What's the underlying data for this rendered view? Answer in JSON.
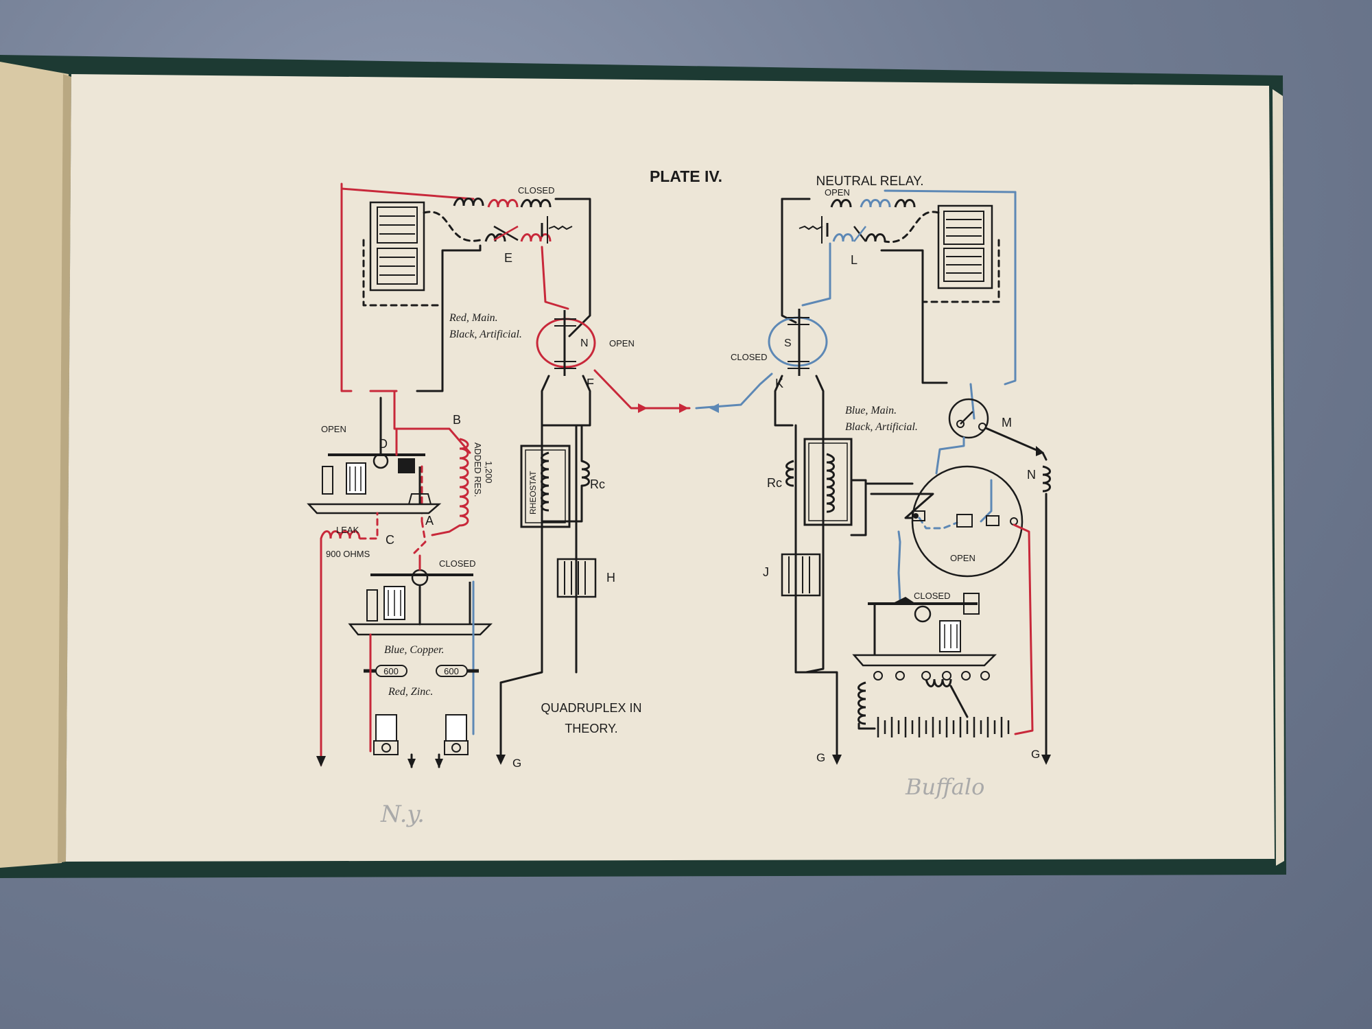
{
  "plate": {
    "title": "PLATE IV.",
    "subtitle": "NEUTRAL RELAY.",
    "caption_line1": "QUADRUPLEX IN",
    "caption_line2": "THEORY."
  },
  "left_station": {
    "legend_line1": "Red, Main.",
    "legend_line2": "Black, Artificial.",
    "closed_top": "CLOSED",
    "open_relay": "OPEN",
    "label_E": "E",
    "label_N": "N",
    "label_F": "F",
    "label_B": "B",
    "label_D": "D",
    "label_A": "A",
    "label_C": "C",
    "label_H": "H",
    "label_Rc": "Rc",
    "rheostat": "RHEOSTAT",
    "open_key": "OPEN",
    "added_res_1": "ADDED RES.",
    "added_res_2": "1,200",
    "leak": "LEAK",
    "leak_ohms": "900 OHMS",
    "closed_key": "CLOSED",
    "copper": "Blue, Copper.",
    "zinc": "Red, Zinc.",
    "res1": "600",
    "res2": "600",
    "label_G": "G"
  },
  "right_station": {
    "legend_line1": "Blue, Main.",
    "legend_line2": "Black, Artificial.",
    "open_top": "OPEN",
    "closed_relay": "CLOSED",
    "label_L": "L",
    "label_S": "S",
    "label_K": "K",
    "label_M": "M",
    "label_N": "N",
    "label_J": "J",
    "label_Rc": "Rc",
    "open_switch": "OPEN",
    "closed_key": "CLOSED",
    "label_G1": "G",
    "label_G2": "G"
  },
  "handwriting": {
    "left": "N.y.",
    "right": "Buffalo"
  },
  "colors": {
    "main_left": "#c8283a",
    "main_right": "#5d88b5",
    "artificial": "#1b1b1b",
    "paper": "#ede6d7"
  }
}
